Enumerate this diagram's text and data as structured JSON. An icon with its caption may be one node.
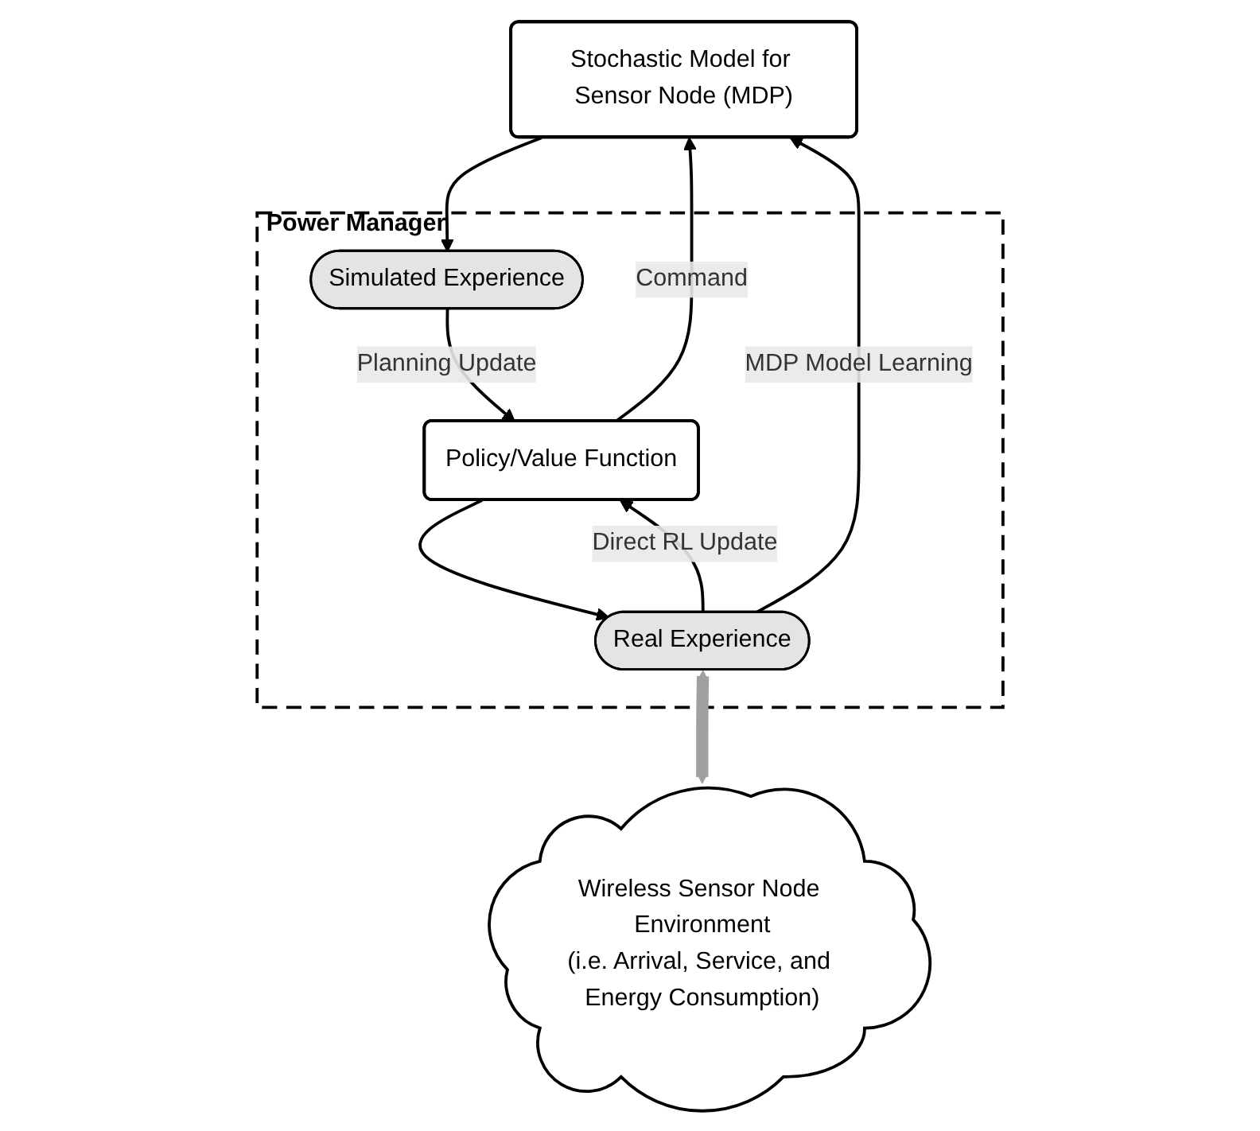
{
  "diagram": {
    "nodes": [
      {
        "text": [
          "Power Manager"
        ]
      },
      {
        "text": [
          "Policy/Value Function"
        ],
        "in": 0
      },
      {
        "text": [
          "Real Experience"
        ],
        "in": 0
      },
      {
        "text": [
          "Simulated Experience"
        ],
        "in": 0
      },
      {
        "text": [
          "Wireless Sensor Node Environment",
          "(i.e. Arrival, Service, and Energy Consumption)"
        ]
      },
      {
        "text": [
          "Stochastic Model for Sensor Node (MDP)"
        ]
      }
    ],
    "edges": [
      {
        "from": 1,
        "to": 2,
        "arrow": "to"
      },
      {
        "from": 2,
        "to": 1,
        "arrow": "to",
        "label": "Direct RL Update"
      },
      {
        "from": 2,
        "to": 4,
        "arrow": "both",
        "style": "thick",
        "color": "#a0a0a0"
      },
      {
        "from": 1,
        "to": 5,
        "arrow": "to",
        "label": "Command"
      },
      {
        "from": 3,
        "to": 1,
        "arrow": "to",
        "label": "Planning Update"
      },
      {
        "from": 2,
        "to": 5,
        "arrow": "to",
        "label": "MDP Model Learning"
      },
      {
        "from": 5,
        "to": 3,
        "arrow": "to"
      }
    ]
  }
}
